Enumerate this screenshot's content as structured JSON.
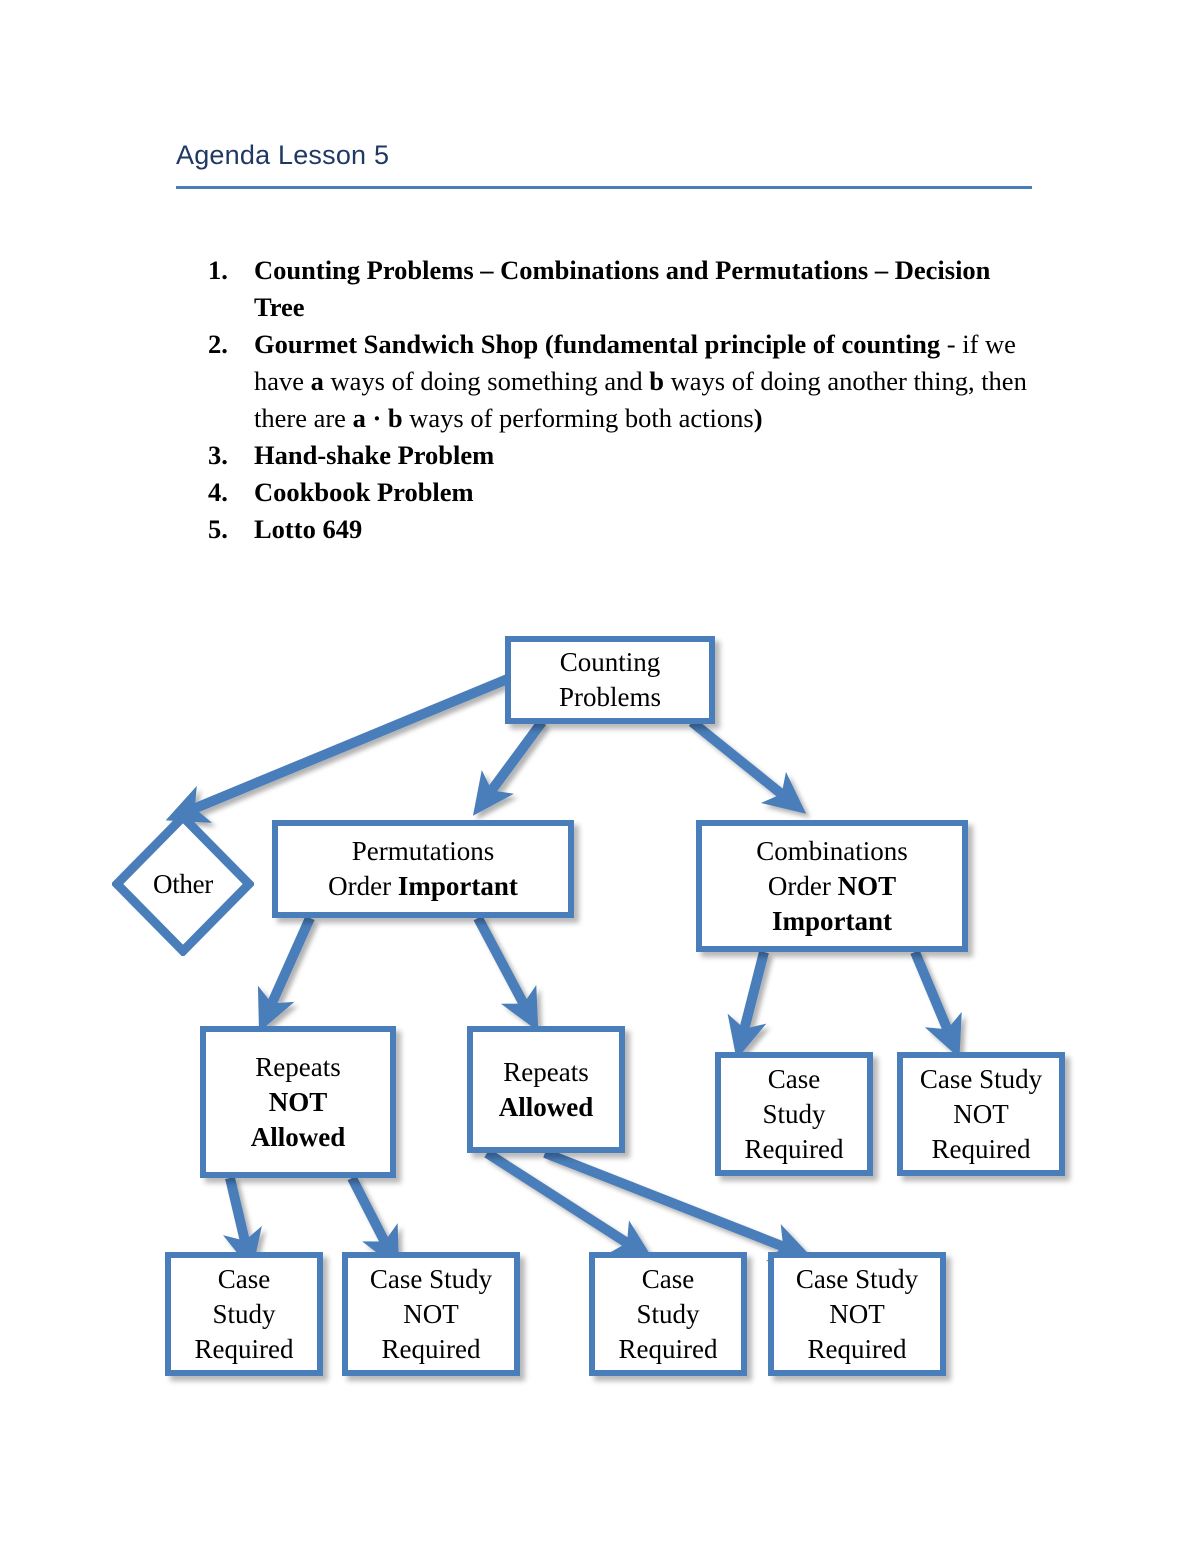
{
  "document": {
    "title": "Agenda Lesson 5",
    "title_color": "#1F3864",
    "rule_color": "#4A7EBB"
  },
  "agenda": {
    "items": [
      {
        "number": "1.",
        "bold_part": "Counting Problems – Combinations and Permutations – Decision Tree",
        "regular_part": ""
      },
      {
        "number": "2.",
        "bold_part": "Gourmet Sandwich Shop (fundamental principle of counting",
        "regular_part": " - if we have ",
        "var_a": "a",
        "mid_text": " ways of doing something and ",
        "var_b": "b",
        "mid_text2": " ways of doing another thing, then there are ",
        "product": "a · b",
        "tail_text": " ways of performing both actions",
        "close_paren": ")"
      },
      {
        "number": "3.",
        "bold_part": "Hand-shake Problem",
        "regular_part": ""
      },
      {
        "number": "4.",
        "bold_part": "Cookbook Problem",
        "regular_part": ""
      },
      {
        "number": "5.",
        "bold_part": "Lotto 649",
        "regular_part": ""
      }
    ]
  },
  "diagram": {
    "accent_color": "#4A7EBB",
    "nodes": {
      "root": {
        "line1": "Counting",
        "line2": "Problems"
      },
      "other": {
        "label": "Other"
      },
      "permutations": {
        "line1": "Permutations",
        "line2_pre": "Order ",
        "line2_bold": "Important"
      },
      "combinations": {
        "line1": "Combinations",
        "line2_pre": "Order ",
        "line2_bold": "NOT",
        "line3_bold": "Important"
      },
      "repeats_not_allowed": {
        "line1": "Repeats",
        "line2_bold": "NOT",
        "line3_bold": "Allowed"
      },
      "repeats_allowed": {
        "line1": "Repeats",
        "line2_bold": "Allowed"
      },
      "comb_case_required": {
        "line1": "Case",
        "line2": "Study",
        "line3": "Required"
      },
      "comb_case_not_required": {
        "line1": "Case Study",
        "line2": "NOT",
        "line3": "Required"
      },
      "perm_nr_case_required": {
        "line1": "Case",
        "line2": "Study",
        "line3": "Required"
      },
      "perm_nr_case_not_required": {
        "line1": "Case Study",
        "line2": "NOT",
        "line3": "Required"
      },
      "perm_ra_case_required": {
        "line1": "Case",
        "line2": "Study",
        "line3": "Required"
      },
      "perm_ra_case_not_required": {
        "line1": "Case Study",
        "line2": "NOT",
        "line3": "Required"
      }
    }
  }
}
